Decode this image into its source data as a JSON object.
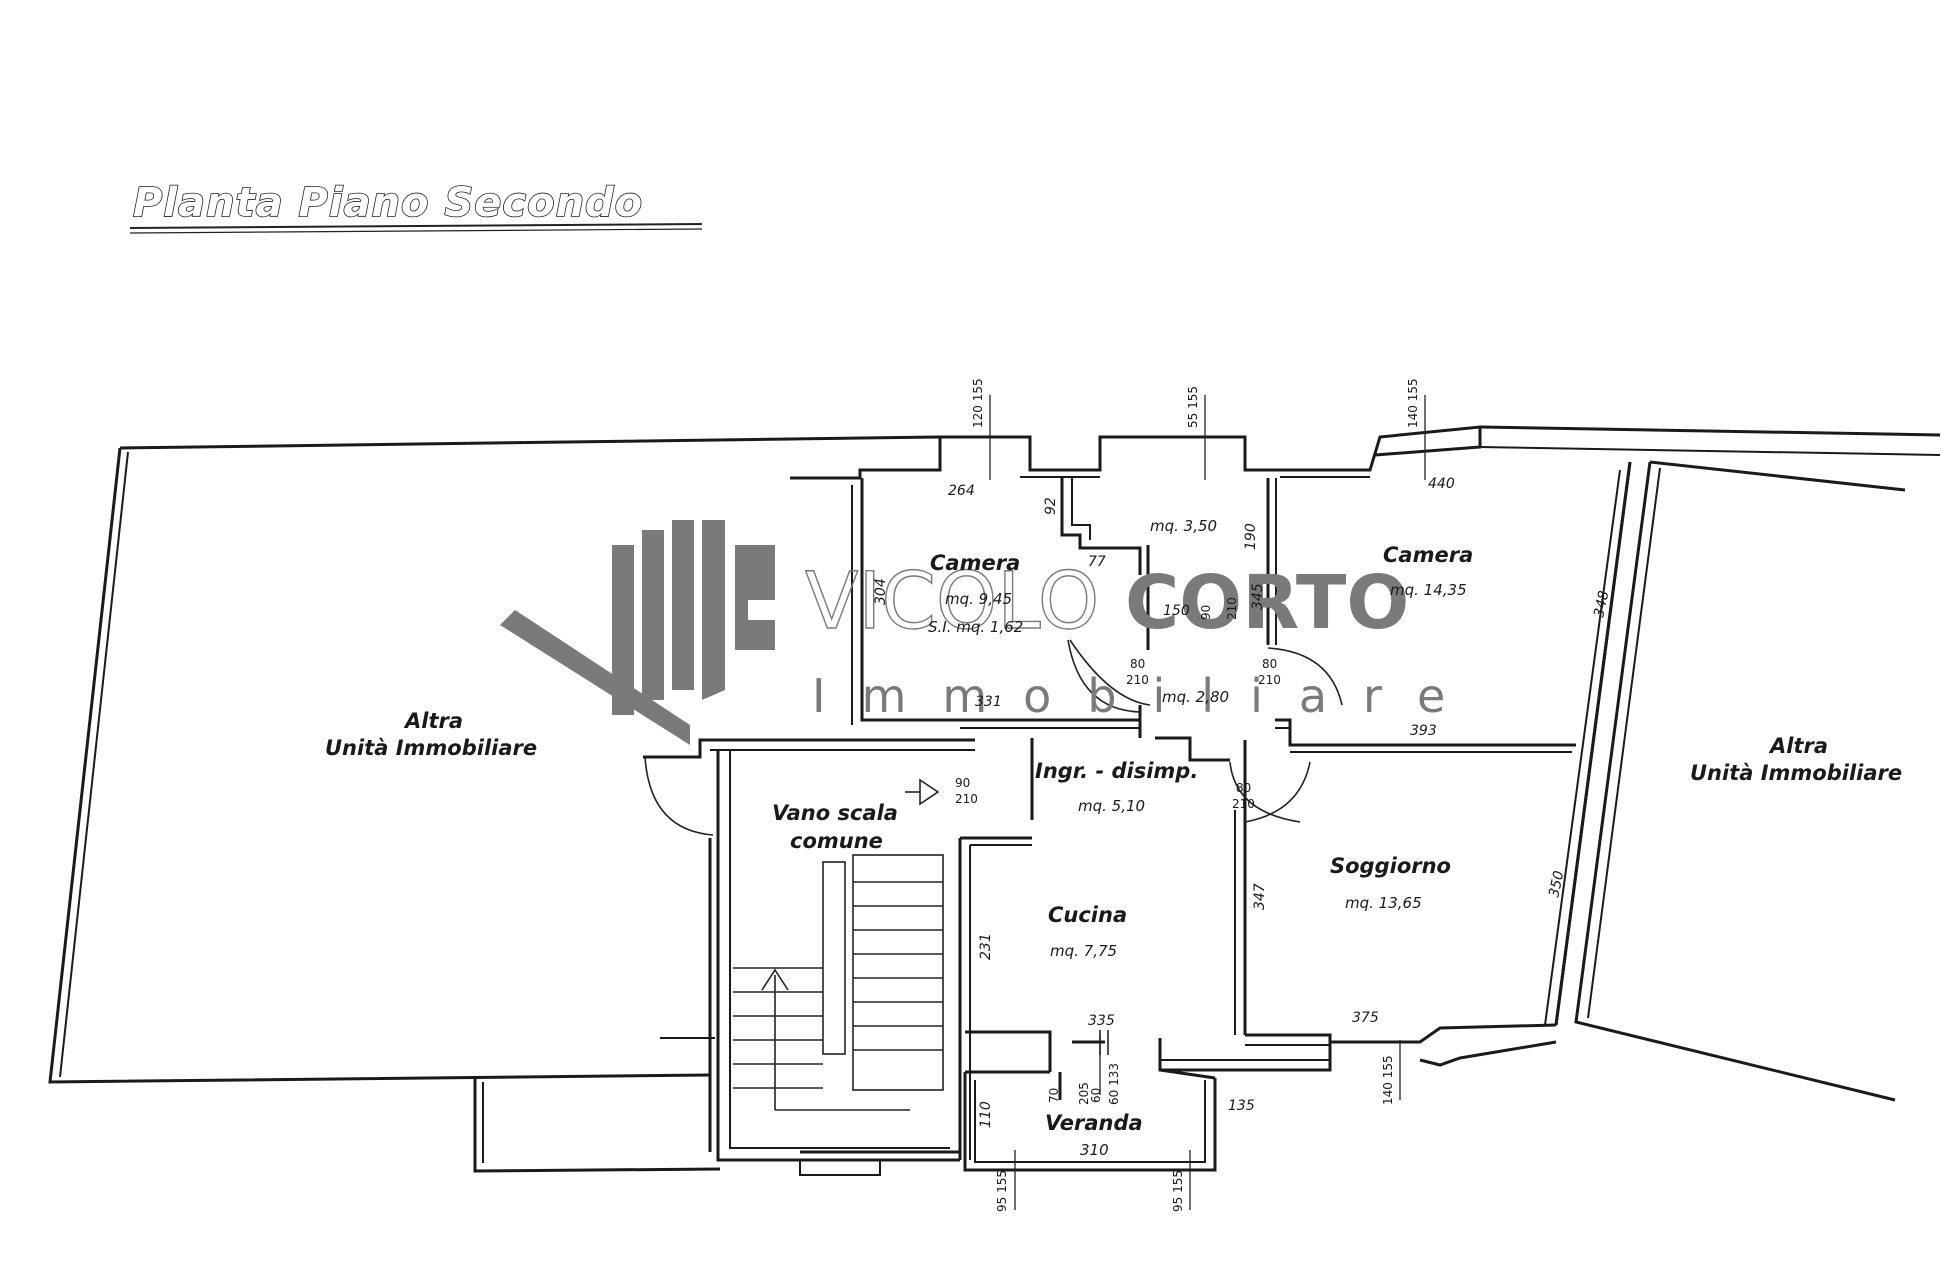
{
  "title": "Planta Piano Secondo",
  "watermark": {
    "word_light": "VICOLO",
    "word_bold": "CORTO",
    "subtitle": "Immobiliare",
    "color": "#7a7a7a"
  },
  "rooms": {
    "altra_left": {
      "line1": "Altra",
      "line2": "Unità Immobiliare"
    },
    "altra_right": {
      "line1": "Altra",
      "line2": "Unità Immobiliare"
    },
    "camera_left": {
      "name": "Camera",
      "area": "mq. 9,45",
      "extra": "S.I. mq. 1,62"
    },
    "bagno": {
      "area": "mq. 3,50"
    },
    "camera_right": {
      "name": "Camera",
      "area": "mq. 14,35"
    },
    "rip": {
      "area": "mq. 2,80"
    },
    "ingresso": {
      "name": "Ingr. - disimp.",
      "area": "mq. 5,10"
    },
    "vano_scala": {
      "line1": "Vano scala",
      "line2": "comune"
    },
    "cucina": {
      "name": "Cucina",
      "area": "mq. 7,75"
    },
    "soggiorno": {
      "name": "Soggiorno",
      "area": "mq. 13,65"
    },
    "veranda": {
      "name": "Veranda",
      "width": "310"
    }
  },
  "dimensions": {
    "d264": "264",
    "d92": "92",
    "d77": "77",
    "d190": "190",
    "d440": "440",
    "d304": "304",
    "d150": "150",
    "d345": "345",
    "d348": "348",
    "d331": "331",
    "d393": "393",
    "d231": "231",
    "d347": "347",
    "d350": "350",
    "d335": "335",
    "d375": "375",
    "d110": "110",
    "d135": "135",
    "d205": "205",
    "w1": "120  155",
    "w2": "55  155",
    "w3": "140  155",
    "w4": "95  155",
    "w5": "95  155",
    "w6": "140  155",
    "w7": "60  133",
    "door_80": "80",
    "door_210": "210",
    "door_90": "90",
    "door_70": "70",
    "door_60": "60"
  }
}
